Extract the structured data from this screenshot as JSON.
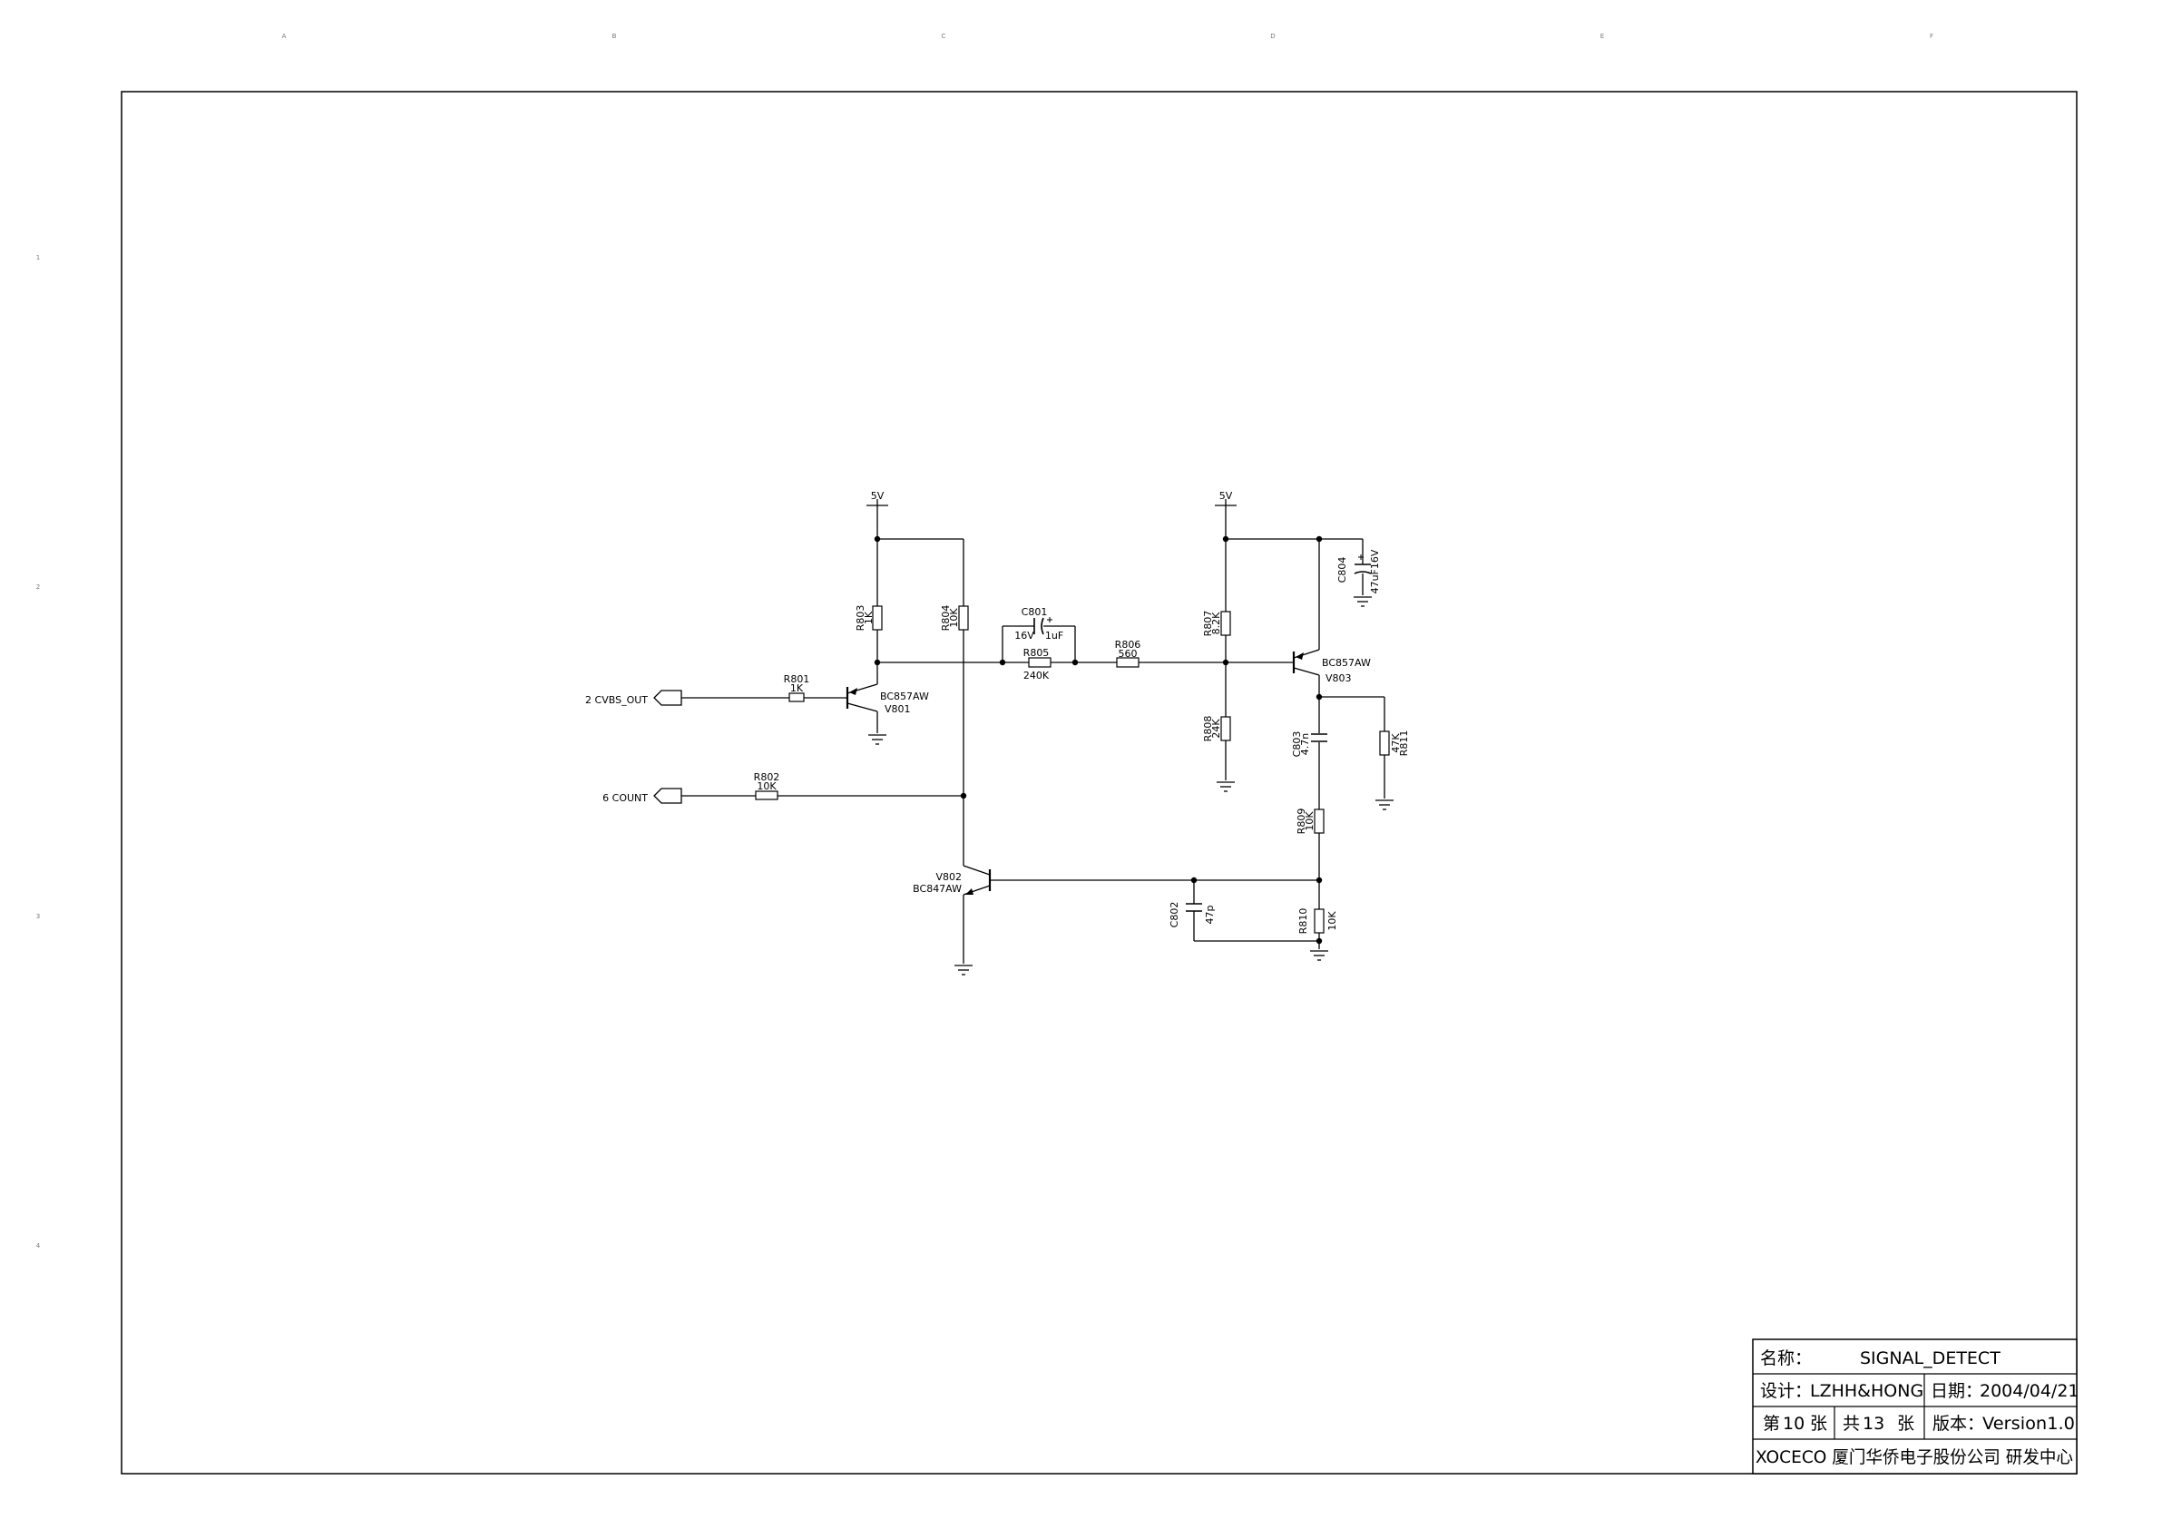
{
  "border_markers": {
    "top": [
      "A",
      "B",
      "C",
      "D",
      "E",
      "F"
    ],
    "left": [
      "1",
      "2",
      "3",
      "4"
    ]
  },
  "ports": {
    "cvbs_out": "2 CVBS_OUT",
    "count": "6 COUNT"
  },
  "power": {
    "left": "5V",
    "right": "5V"
  },
  "components": {
    "r801": {
      "ref": "R801",
      "value": "1K"
    },
    "r802": {
      "ref": "R802",
      "value": "10K"
    },
    "r803": {
      "ref": "R803",
      "value": "1K"
    },
    "r804": {
      "ref": "R804",
      "value": "10K"
    },
    "r805": {
      "ref": "R805",
      "value": "240K"
    },
    "r806": {
      "ref": "R806",
      "value": "560"
    },
    "r807": {
      "ref": "R807",
      "value": "8.2K"
    },
    "r808": {
      "ref": "R808",
      "value": "24K"
    },
    "r809": {
      "ref": "R809",
      "value": "10K"
    },
    "r810": {
      "ref": "R810",
      "value": "10K"
    },
    "r811": {
      "ref": "R811",
      "value": "47K"
    },
    "c801": {
      "ref": "C801",
      "value": "1uF",
      "voltage": "16V"
    },
    "c802": {
      "ref": "C802",
      "value": "47p"
    },
    "c803": {
      "ref": "C803",
      "value": "4.7n"
    },
    "c804": {
      "ref": "C804",
      "value": "47uF16V"
    },
    "v801": {
      "ref": "V801",
      "part": "BC857AW"
    },
    "v802": {
      "ref": "V802",
      "part": "BC847AW"
    },
    "v803": {
      "ref": "V803",
      "part": "BC857AW"
    }
  },
  "title_block": {
    "name_label": "名称：",
    "name_value": "SIGNAL_DETECT",
    "designer_label": "设计：",
    "designer_value": "LZHH&HONG",
    "date_label": "日期：",
    "date_value": "2004/04/21",
    "sheet_label": "第",
    "sheet_value": "10",
    "sheet_unit": "张",
    "total_label": "共",
    "total_value": "13",
    "total_unit": "张",
    "version_label": "版本：",
    "version_value": "Version1.0",
    "company": "XOCECO 厦门华侨电子股份公司 研发中心"
  }
}
